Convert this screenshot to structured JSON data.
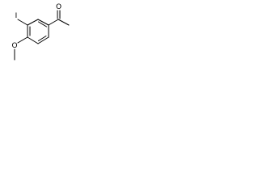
{
  "molecule": {
    "atom_labels": {
      "iodine": "I",
      "carbonyl_oxygen": "O",
      "ether_oxygen": "O"
    }
  },
  "colors": {
    "bond": "#000000",
    "label": "#000000",
    "background": "#ffffff"
  }
}
